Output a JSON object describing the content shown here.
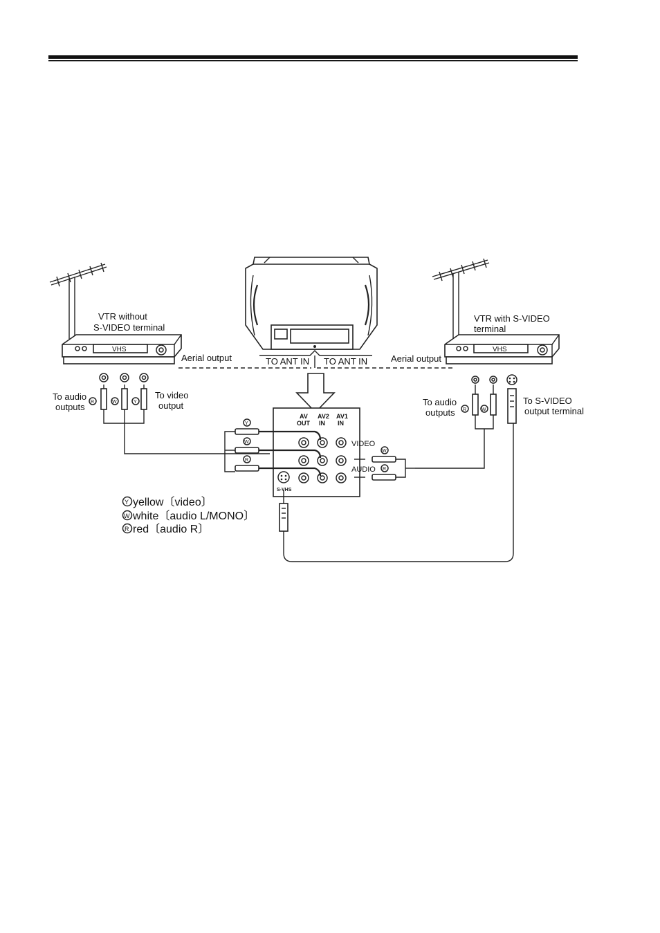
{
  "left_vtr": {
    "label_line1": "VTR without",
    "label_line2": "S-VIDEO terminal",
    "deck_text": "VHS",
    "aerial_output": "Aerial output",
    "audio_label_line1": "To audio",
    "audio_label_line2": "outputs",
    "video_label_line1": "To video",
    "video_label_line2": "output"
  },
  "right_vtr": {
    "label_line1": "VTR with S-VIDEO",
    "label_line2": "terminal",
    "deck_text": "VHS",
    "aerial_output": "Aerial output",
    "audio_label_line1": "To audio",
    "audio_label_line2": "outputs",
    "svideo_label_line1": "To S-VIDEO",
    "svideo_label_line2": "output terminal"
  },
  "tv": {
    "ant_in_left": "TO ANT IN",
    "ant_in_right": "TO ANT IN"
  },
  "panel": {
    "col_av_out_1": "AV",
    "col_av_out_2": "OUT",
    "col_av2_1": "AV2",
    "col_av2_2": "IN",
    "col_av1_1": "AV1",
    "col_av1_2": "IN",
    "row_video": "VIDEO",
    "row_audio": "AUDIO",
    "svhs": "S-VHS"
  },
  "plug_marks": {
    "yellow": "Y",
    "white": "W",
    "red": "R"
  },
  "legend": {
    "yellow": "yellow〔video〕",
    "white": "white〔audio L/MONO〕",
    "red": "red〔audio R〕"
  }
}
